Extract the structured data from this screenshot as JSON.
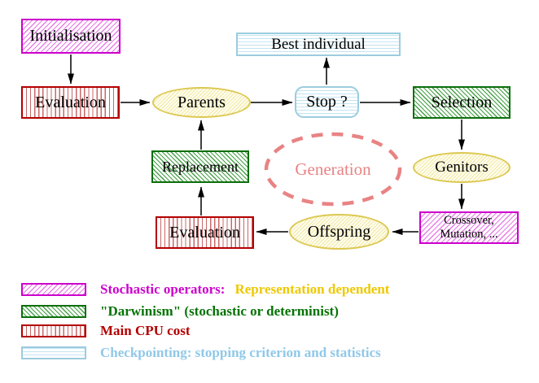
{
  "diagram": {
    "nodes": {
      "initialisation": "Initialisation",
      "evaluation_top": "Evaluation",
      "parents": "Parents",
      "stop": "Stop ?",
      "best_individual": "Best individual",
      "selection": "Selection",
      "genitors": "Genitors",
      "crossover_line1": "Crossover,",
      "crossover_line2": "Mutation, ...",
      "offspring": "Offspring",
      "evaluation_bottom": "Evaluation",
      "replacement": "Replacement",
      "generation": "Generation"
    },
    "edges": [
      {
        "from": "initialisation",
        "to": "evaluation_top"
      },
      {
        "from": "evaluation_top",
        "to": "parents"
      },
      {
        "from": "parents",
        "to": "stop"
      },
      {
        "from": "stop",
        "to": "best_individual"
      },
      {
        "from": "stop",
        "to": "selection"
      },
      {
        "from": "selection",
        "to": "genitors"
      },
      {
        "from": "genitors",
        "to": "crossover_mutation"
      },
      {
        "from": "crossover_mutation",
        "to": "offspring"
      },
      {
        "from": "offspring",
        "to": "evaluation_bottom"
      },
      {
        "from": "evaluation_bottom",
        "to": "replacement"
      },
      {
        "from": "replacement",
        "to": "parents"
      }
    ]
  },
  "legend": {
    "rows": [
      {
        "swatch": "magenta-diagonal-hatch",
        "label": "Stochastic operators:",
        "label2": "Representation dependent"
      },
      {
        "swatch": "green-diagonal-hatch",
        "label": "\"Darwinism\" (stochastic or determinist)"
      },
      {
        "swatch": "red-vertical-stripes",
        "label": "Main CPU cost"
      },
      {
        "swatch": "cyan-horizontal-stripes",
        "label": "Checkpointing: stopping criterion and statistics"
      }
    ]
  },
  "colors": {
    "magenta": "#cc00cc",
    "magenta-light": "#e87ce8",
    "red": "#b40000",
    "red-light": "#c86868",
    "green": "#0c6e0c",
    "green-light": "#46a046",
    "yellow": "#dcc851",
    "yellow-light": "#f0e8a2",
    "cyan": "#9cccdf",
    "cyan-light": "#c4e4f2",
    "salmon": "#e98383",
    "gold": "#eec800",
    "text-green": "#057205",
    "text-red": "#b40000",
    "text-cyan": "#90c8e8"
  }
}
